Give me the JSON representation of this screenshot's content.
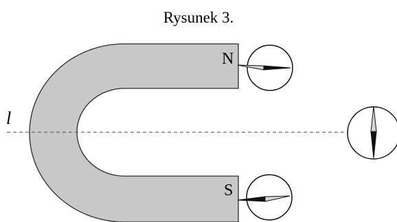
{
  "figure": {
    "title": "Rysunek 3.",
    "axis_label": "l",
    "pole_north_label": "N",
    "pole_south_label": "S"
  },
  "colors": {
    "magnet_fill": "#c8c8c8",
    "magnet_stroke": "#2a2a2a",
    "needle_dark": "#111111",
    "needle_light": "#d4d4d4",
    "axis_line": "#666666"
  },
  "compasses": [
    {
      "id": "north-pole-compass",
      "needle_direction": "right"
    },
    {
      "id": "axis-compass",
      "needle_direction": "down"
    },
    {
      "id": "south-pole-compass",
      "needle_direction": "left"
    }
  ]
}
